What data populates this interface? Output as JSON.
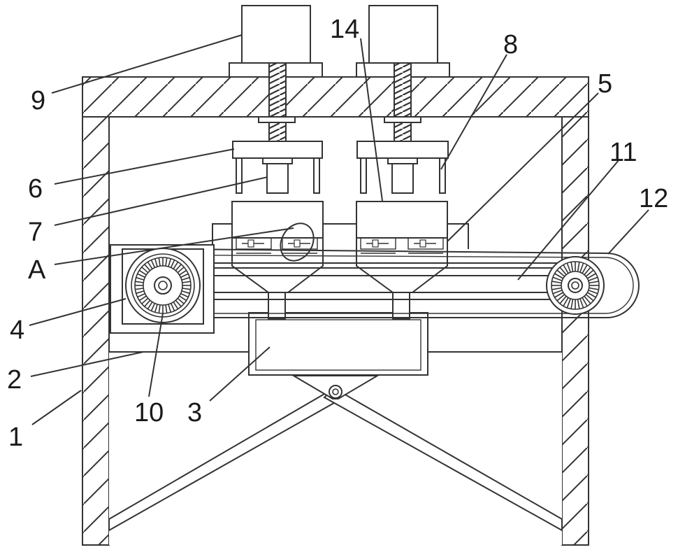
{
  "labels": {
    "n1": "1",
    "n2": "2",
    "n3": "3",
    "n4": "4",
    "n5": "5",
    "n6": "6",
    "n7": "7",
    "n8": "8",
    "n9": "9",
    "n10": "10",
    "n11": "11",
    "n12": "12",
    "n14": "14",
    "nA": "A"
  }
}
